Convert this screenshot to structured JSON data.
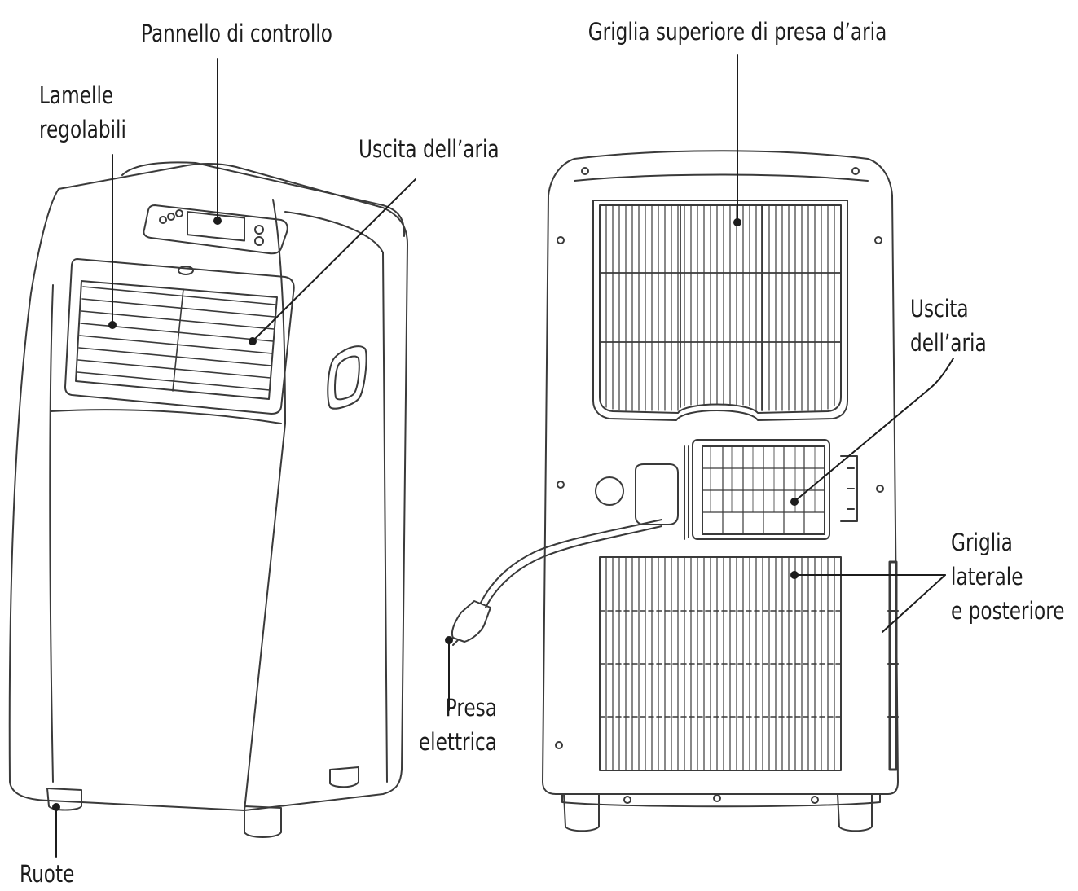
{
  "colors": {
    "stroke": "#3a3a3a",
    "leader": "#1c1c1c",
    "text": "#1c1c1c",
    "background": "#ffffff"
  },
  "labels": {
    "pannello": {
      "lines": [
        "Pannello di controllo"
      ]
    },
    "lamelle": {
      "lines": [
        "Lamelle",
        "regolabili"
      ]
    },
    "uscita_front": {
      "lines": [
        "Uscita dell’aria"
      ]
    },
    "ruote": {
      "lines": [
        "Ruote"
      ]
    },
    "griglia_sup": {
      "lines": [
        "Griglia superiore di presa d’aria"
      ]
    },
    "uscita_back": {
      "lines": [
        "Uscita",
        "dell’aria"
      ]
    },
    "griglia_lat": {
      "lines": [
        "Griglia",
        "laterale",
        "e posteriore"
      ]
    },
    "presa": {
      "lines": [
        "Presa",
        "elettrica"
      ]
    }
  }
}
